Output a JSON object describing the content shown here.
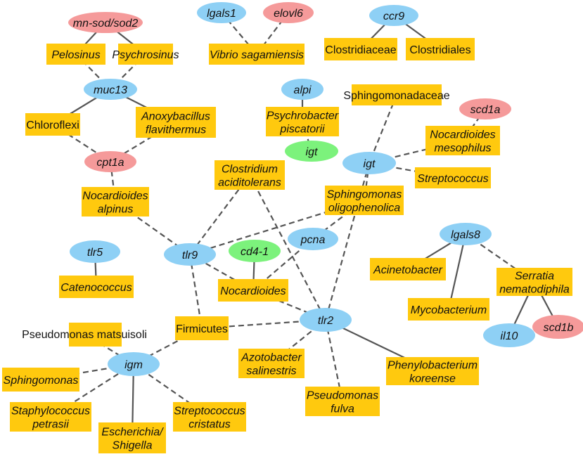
{
  "colors": {
    "taxon": "#FFC90E",
    "gene_blue": "#8ED0F5",
    "gene_pink": "#F59A9A",
    "gene_green": "#7CF27C",
    "edge": "#555555"
  },
  "nodes": [
    {
      "id": "mnsod",
      "label": [
        "mn-sod/sod2"
      ],
      "kind": "gene",
      "color": "pink",
      "italic": true
    },
    {
      "id": "pelosinus",
      "label": [
        "Pelosinus"
      ],
      "kind": "taxon",
      "italic": true
    },
    {
      "id": "psychrosinus",
      "label": [
        "Psychrosinus"
      ],
      "kind": "taxon",
      "italic": true
    },
    {
      "id": "muc13",
      "label": [
        "muc13"
      ],
      "kind": "gene",
      "color": "blue",
      "italic": true
    },
    {
      "id": "chloroflexi",
      "label": [
        "Chloroflexi"
      ],
      "kind": "taxon",
      "italic": false
    },
    {
      "id": "anoxy",
      "label": [
        "Anoxybacillus",
        "flavithermus"
      ],
      "kind": "taxon",
      "italic": true
    },
    {
      "id": "cpt1a",
      "label": [
        "cpt1a"
      ],
      "kind": "gene",
      "color": "pink",
      "italic": true
    },
    {
      "id": "nocalp",
      "label": [
        "Nocardioides",
        "alpinus"
      ],
      "kind": "taxon",
      "italic": true
    },
    {
      "id": "lgals1",
      "label": [
        "lgals1"
      ],
      "kind": "gene",
      "color": "blue",
      "italic": true
    },
    {
      "id": "elovl6",
      "label": [
        "elovl6"
      ],
      "kind": "gene",
      "color": "pink",
      "italic": true
    },
    {
      "id": "vibrio",
      "label": [
        "Vibrio sagamiensis"
      ],
      "kind": "taxon",
      "italic": true
    },
    {
      "id": "ccr9",
      "label": [
        "ccr9"
      ],
      "kind": "gene",
      "color": "blue",
      "italic": true
    },
    {
      "id": "clostridiaceae",
      "label": [
        "Clostridiaceae"
      ],
      "kind": "taxon",
      "italic": false
    },
    {
      "id": "clostridiales",
      "label": [
        "Clostridiales"
      ],
      "kind": "taxon",
      "italic": false
    },
    {
      "id": "alpi",
      "label": [
        "alpi"
      ],
      "kind": "gene",
      "color": "blue",
      "italic": true
    },
    {
      "id": "psychrobacter",
      "label": [
        "Psychrobacter",
        "piscatorii"
      ],
      "kind": "taxon",
      "italic": true
    },
    {
      "id": "igtgreen",
      "label": [
        "igt"
      ],
      "kind": "gene",
      "color": "green",
      "italic": true
    },
    {
      "id": "sphingomonadaceae",
      "label": [
        "Sphingomonadaceae"
      ],
      "kind": "taxon",
      "italic": false
    },
    {
      "id": "scd1a",
      "label": [
        "scd1a"
      ],
      "kind": "gene",
      "color": "pink",
      "italic": true
    },
    {
      "id": "nocmeso",
      "label": [
        "Nocardioides",
        "mesophilus"
      ],
      "kind": "taxon",
      "italic": true
    },
    {
      "id": "igt",
      "label": [
        "igt"
      ],
      "kind": "gene",
      "color": "blue",
      "italic": true
    },
    {
      "id": "strep",
      "label": [
        "Streptococcus"
      ],
      "kind": "taxon",
      "italic": true
    },
    {
      "id": "clostacid",
      "label": [
        "Clostridium",
        "aciditolerans"
      ],
      "kind": "taxon",
      "italic": true
    },
    {
      "id": "sphoil",
      "label": [
        "Sphingomonas",
        "oligophenolica"
      ],
      "kind": "taxon",
      "italic": true
    },
    {
      "id": "tlr9",
      "label": [
        "tlr9"
      ],
      "kind": "gene",
      "color": "blue",
      "italic": true
    },
    {
      "id": "tlr5",
      "label": [
        "tlr5"
      ],
      "kind": "gene",
      "color": "blue",
      "italic": true
    },
    {
      "id": "catenococcus",
      "label": [
        "Catenococcus"
      ],
      "kind": "taxon",
      "italic": true
    },
    {
      "id": "cd41",
      "label": [
        "cd4-1"
      ],
      "kind": "gene",
      "color": "green",
      "italic": true
    },
    {
      "id": "pcna",
      "label": [
        "pcna"
      ],
      "kind": "gene",
      "color": "blue",
      "italic": true
    },
    {
      "id": "nocardioides",
      "label": [
        "Nocardioides"
      ],
      "kind": "taxon",
      "italic": true
    },
    {
      "id": "lgals8",
      "label": [
        "lgals8"
      ],
      "kind": "gene",
      "color": "blue",
      "italic": true
    },
    {
      "id": "acinetobacter",
      "label": [
        "Acinetobacter"
      ],
      "kind": "taxon",
      "italic": true
    },
    {
      "id": "serratia",
      "label": [
        "Serratia",
        "nematodiphila"
      ],
      "kind": "taxon",
      "italic": true
    },
    {
      "id": "mycobacterium",
      "label": [
        "Mycobacterium"
      ],
      "kind": "taxon",
      "italic": true
    },
    {
      "id": "il10",
      "label": [
        "il10"
      ],
      "kind": "gene",
      "color": "blue",
      "italic": true
    },
    {
      "id": "scd1b",
      "label": [
        "scd1b"
      ],
      "kind": "gene",
      "color": "pink",
      "italic": true
    },
    {
      "id": "tlr2",
      "label": [
        "tlr2"
      ],
      "kind": "gene",
      "color": "blue",
      "italic": true
    },
    {
      "id": "firmicutes",
      "label": [
        "Firmicutes"
      ],
      "kind": "taxon",
      "italic": false
    },
    {
      "id": "psmats",
      "label": [
        "Pseudomonas matsuisoli"
      ],
      "kind": "taxon-plain",
      "italic": false
    },
    {
      "id": "igm",
      "label": [
        "igm"
      ],
      "kind": "gene",
      "color": "blue",
      "italic": true
    },
    {
      "id": "sphingomonas",
      "label": [
        "Sphingomonas"
      ],
      "kind": "taxon",
      "italic": true
    },
    {
      "id": "staph",
      "label": [
        "Staphylococcus",
        "petrasii"
      ],
      "kind": "taxon",
      "italic": true
    },
    {
      "id": "escherichia",
      "label": [
        "Escherichia/",
        "Shigella"
      ],
      "kind": "taxon",
      "italic": true
    },
    {
      "id": "strepcrist",
      "label": [
        "Streptococcus",
        "cristatus"
      ],
      "kind": "taxon",
      "italic": true
    },
    {
      "id": "azoto",
      "label": [
        "Azotobacter",
        "salinestris"
      ],
      "kind": "taxon",
      "italic": true
    },
    {
      "id": "psfulva",
      "label": [
        "Pseudomonas",
        "fulva"
      ],
      "kind": "taxon",
      "italic": true
    },
    {
      "id": "phenylo",
      "label": [
        "Phenylobacterium",
        "koreense"
      ],
      "kind": "taxon",
      "italic": true
    }
  ],
  "edges": [
    [
      "mnsod",
      "pelosinus",
      "solid"
    ],
    [
      "mnsod",
      "psychrosinus",
      "solid"
    ],
    [
      "pelosinus",
      "muc13",
      "dashed"
    ],
    [
      "psychrosinus",
      "muc13",
      "dashed"
    ],
    [
      "muc13",
      "chloroflexi",
      "solid"
    ],
    [
      "muc13",
      "anoxy",
      "solid"
    ],
    [
      "chloroflexi",
      "cpt1a",
      "dashed"
    ],
    [
      "anoxy",
      "cpt1a",
      "dashed"
    ],
    [
      "cpt1a",
      "nocalp",
      "dashed"
    ],
    [
      "nocalp",
      "tlr9",
      "dashed"
    ],
    [
      "lgals1",
      "vibrio",
      "dashed"
    ],
    [
      "elovl6",
      "vibrio",
      "dashed"
    ],
    [
      "ccr9",
      "clostridiaceae",
      "solid"
    ],
    [
      "ccr9",
      "clostridiales",
      "solid"
    ],
    [
      "alpi",
      "psychrobacter",
      "solid"
    ],
    [
      "psychrobacter",
      "igtgreen",
      "dashed"
    ],
    [
      "sphingomonadaceae",
      "igt",
      "dashed"
    ],
    [
      "scd1a",
      "nocmeso",
      "dashed"
    ],
    [
      "nocmeso",
      "igt",
      "dashed"
    ],
    [
      "igt",
      "strep",
      "dashed"
    ],
    [
      "igt",
      "sphoil",
      "dashed"
    ],
    [
      "igt",
      "tlr2",
      "dashed"
    ],
    [
      "sphoil",
      "tlr9",
      "dashed"
    ],
    [
      "sphoil",
      "pcna",
      "dashed"
    ],
    [
      "clostacid",
      "tlr9",
      "dashed"
    ],
    [
      "clostacid",
      "tlr2",
      "dashed"
    ],
    [
      "pcna",
      "nocardioides",
      "dashed"
    ],
    [
      "cd41",
      "nocardioides",
      "solid"
    ],
    [
      "tlr9",
      "nocardioides",
      "dashed"
    ],
    [
      "tlr9",
      "firmicutes",
      "dashed"
    ],
    [
      "nocardioides",
      "tlr2",
      "dashed"
    ],
    [
      "firmicutes",
      "tlr2",
      "dashed"
    ],
    [
      "firmicutes",
      "igm",
      "dashed"
    ],
    [
      "psmats",
      "igm",
      "dashed"
    ],
    [
      "tlr5",
      "catenococcus",
      "solid"
    ],
    [
      "lgals8",
      "acinetobacter",
      "solid"
    ],
    [
      "lgals8",
      "mycobacterium",
      "solid"
    ],
    [
      "lgals8",
      "serratia",
      "dashed"
    ],
    [
      "serratia",
      "il10",
      "solid"
    ],
    [
      "serratia",
      "scd1b",
      "solid"
    ],
    [
      "tlr2",
      "azoto",
      "dashed"
    ],
    [
      "tlr2",
      "psfulva",
      "dashed"
    ],
    [
      "tlr2",
      "phenylo",
      "solid"
    ],
    [
      "igm",
      "sphingomonas",
      "dashed"
    ],
    [
      "igm",
      "staph",
      "dashed"
    ],
    [
      "igm",
      "escherichia",
      "solid"
    ],
    [
      "igm",
      "strepcrist",
      "dashed"
    ]
  ]
}
